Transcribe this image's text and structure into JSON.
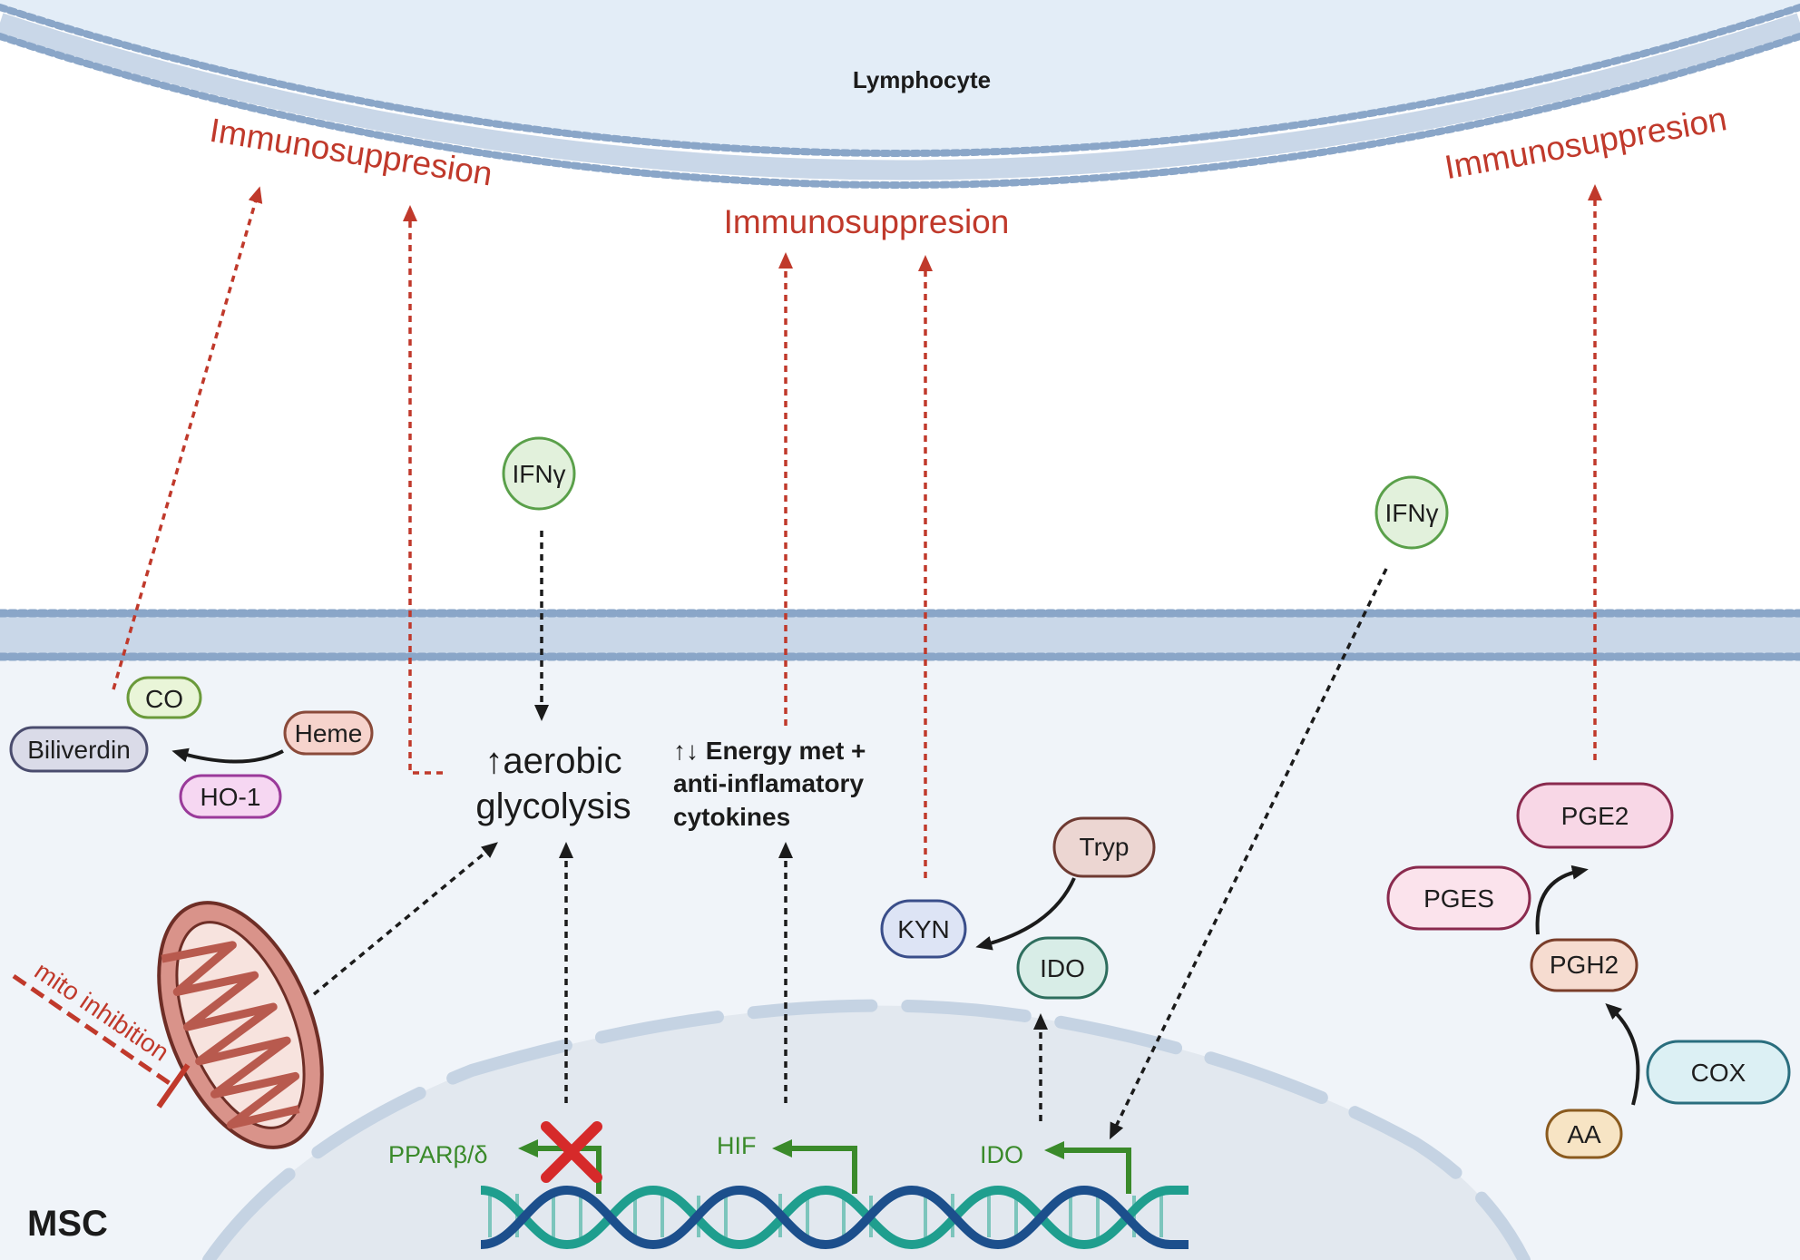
{
  "labels": {
    "lymphocyte": "Lymphocyte",
    "msc": "MSC",
    "immunosuppression_left": "Immunosuppresion",
    "immunosuppression_center": "Immunosuppresion",
    "immunosuppression_right": "Immunosuppresion",
    "aerobic_line1": "↑aerobic",
    "aerobic_line2": "glycolysis",
    "energy_line1": "↑↓ Energy met +",
    "energy_line2": "anti-inflamatory",
    "energy_line3": "cytokines",
    "mito_inhibition": "mito inhibition"
  },
  "molecules": {
    "ifng_left": "IFNγ",
    "ifng_right": "IFNγ",
    "co": "CO",
    "biliverdin": "Biliverdin",
    "heme": "Heme",
    "ho1": "HO-1",
    "tryp": "Tryp",
    "kyn": "KYN",
    "ido_enzyme": "IDO",
    "pge2": "PGE2",
    "pges": "PGES",
    "pgh2": "PGH2",
    "cox": "COX",
    "aa": "AA"
  },
  "genes": {
    "ppar": "PPARβ/δ",
    "hif": "HIF",
    "ido": "IDO"
  },
  "colors": {
    "membrane": "#8aa6c8",
    "lymphocyte_fill": "#e3edf7",
    "msc_fill": "#f0f4f9",
    "nucleus_fill": "#e2e8ef",
    "inhibition_red": "#c0392b",
    "gene_green": "#3a8a2a",
    "dna_teal": "#1f9e8e",
    "dna_blue": "#1c4f8c"
  }
}
